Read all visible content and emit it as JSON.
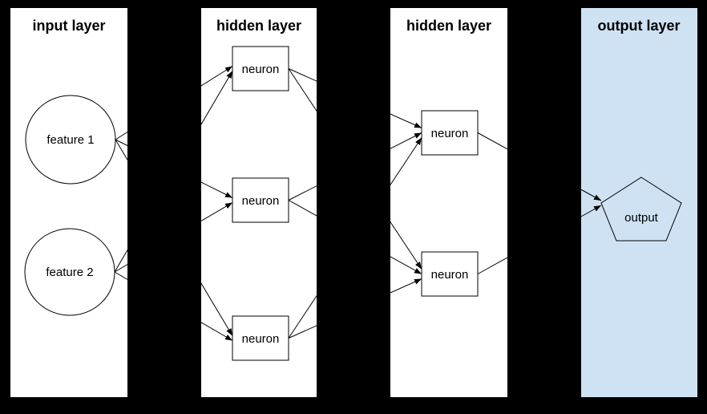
{
  "colors": {
    "background": "#000000",
    "panel": "#ffffff",
    "output_panel": "#cfe2f3",
    "node_fill": "#ffffff",
    "line": "#000000",
    "text": "#000000"
  },
  "layers": [
    {
      "id": "input",
      "title": "input layer",
      "nodes": [
        {
          "id": "feature-1",
          "label": "feature 1",
          "shape": "circle"
        },
        {
          "id": "feature-2",
          "label": "feature 2",
          "shape": "circle"
        }
      ]
    },
    {
      "id": "hidden-1",
      "title": "hidden layer",
      "nodes": [
        {
          "id": "h1-neuron-1",
          "label": "neuron",
          "shape": "rect"
        },
        {
          "id": "h1-neuron-2",
          "label": "neuron",
          "shape": "rect"
        },
        {
          "id": "h1-neuron-3",
          "label": "neuron",
          "shape": "rect"
        }
      ]
    },
    {
      "id": "hidden-2",
      "title": "hidden layer",
      "nodes": [
        {
          "id": "h2-neuron-1",
          "label": "neuron",
          "shape": "rect"
        },
        {
          "id": "h2-neuron-2",
          "label": "neuron",
          "shape": "rect"
        }
      ]
    },
    {
      "id": "output",
      "title": "output layer",
      "nodes": [
        {
          "id": "output-1",
          "label": "output",
          "shape": "pentagon"
        }
      ]
    }
  ],
  "edges": [
    {
      "from": "feature-1",
      "to": "h1-neuron-1"
    },
    {
      "from": "feature-1",
      "to": "h1-neuron-2"
    },
    {
      "from": "feature-1",
      "to": "h1-neuron-3"
    },
    {
      "from": "feature-2",
      "to": "h1-neuron-1"
    },
    {
      "from": "feature-2",
      "to": "h1-neuron-2"
    },
    {
      "from": "feature-2",
      "to": "h1-neuron-3"
    },
    {
      "from": "h1-neuron-1",
      "to": "h2-neuron-1"
    },
    {
      "from": "h1-neuron-1",
      "to": "h2-neuron-2"
    },
    {
      "from": "h1-neuron-2",
      "to": "h2-neuron-1"
    },
    {
      "from": "h1-neuron-2",
      "to": "h2-neuron-2"
    },
    {
      "from": "h1-neuron-3",
      "to": "h2-neuron-1"
    },
    {
      "from": "h1-neuron-3",
      "to": "h2-neuron-2"
    },
    {
      "from": "h2-neuron-1",
      "to": "output-1"
    },
    {
      "from": "h2-neuron-2",
      "to": "output-1"
    }
  ]
}
